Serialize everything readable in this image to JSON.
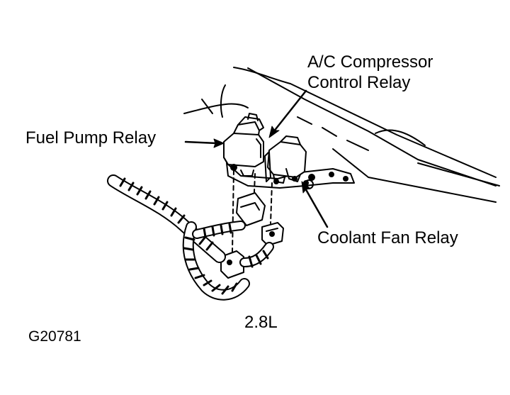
{
  "labels": {
    "ac_relay": [
      "A/C Compressor",
      "Control Relay"
    ],
    "fuel_pump_relay": "Fuel Pump Relay",
    "coolant_fan_relay": "Coolant Fan Relay",
    "engine": "2.8L",
    "figure_id": "G20781"
  }
}
